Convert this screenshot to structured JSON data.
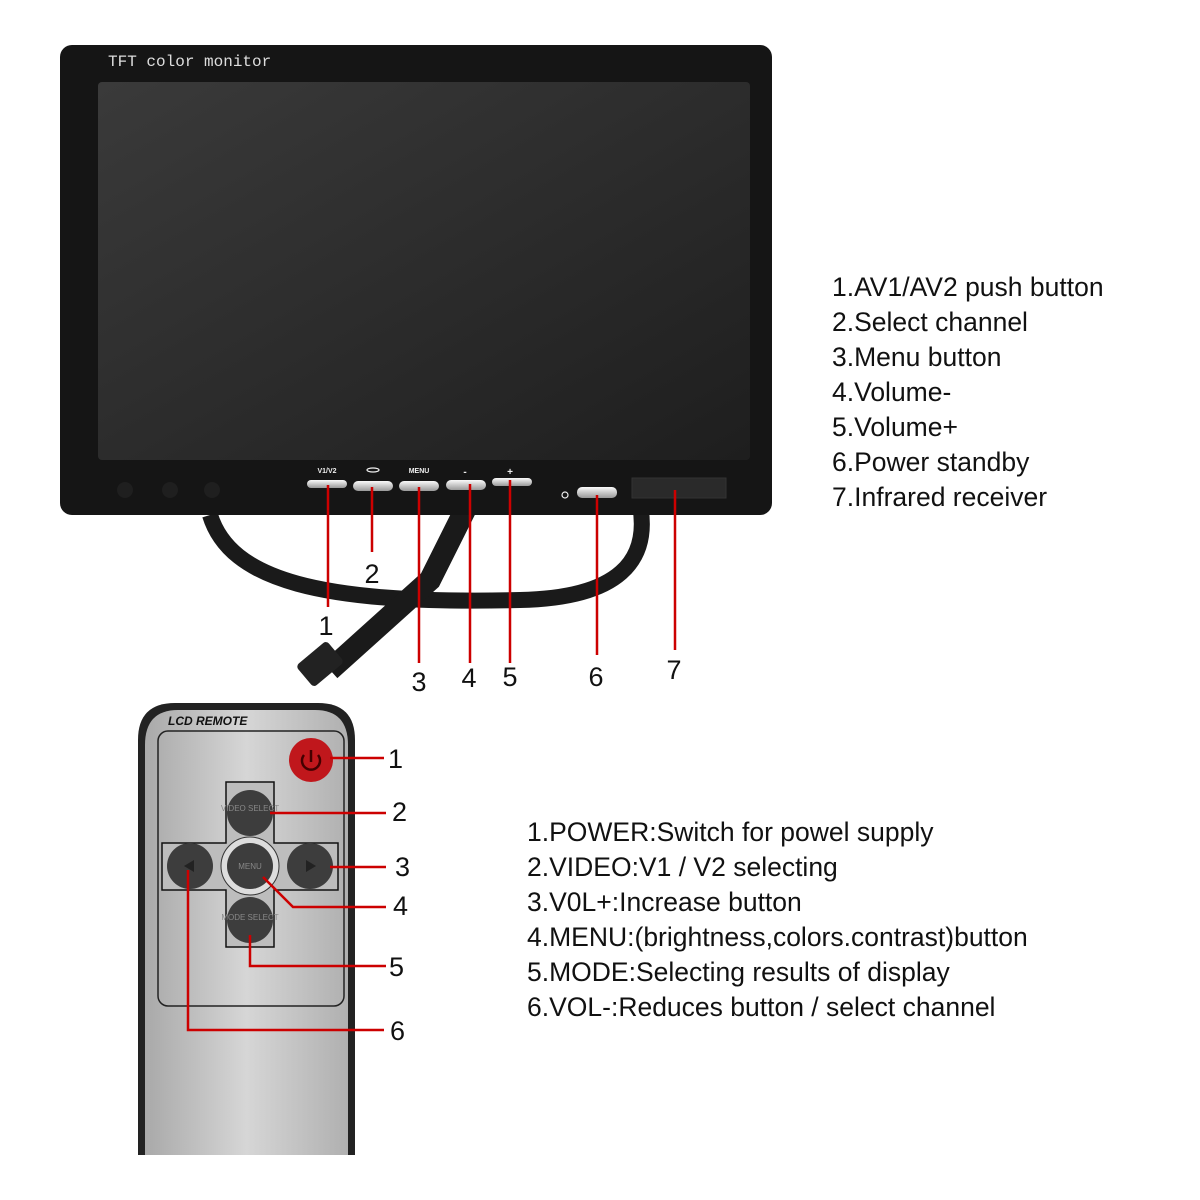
{
  "monitor": {
    "brand_text": "TFT color monitor",
    "button_labels": [
      "V1/V2",
      "MENU",
      "-",
      "+"
    ],
    "callout_numbers": [
      "1",
      "2",
      "3",
      "4",
      "5",
      "6",
      "7"
    ],
    "legend": [
      "1.AV1/AV2 push button",
      "2.Select channel",
      "3.Menu button",
      "4.Volume-",
      "5.Volume+",
      "6.Power standby",
      "7.Infrared receiver"
    ]
  },
  "remote": {
    "title": "LCD REMOTE",
    "video_btn": "VIDEO SELECT",
    "menu_btn": "MENU",
    "mode_btn": "MODE SELECT",
    "callout_numbers": [
      "1",
      "2",
      "3",
      "4",
      "5",
      "6"
    ],
    "legend": [
      "1.POWER:Switch for powel supply",
      "2.VIDEO:V1 / V2 selecting",
      "3.V0L+:Increase button",
      "4.MENU:(brightness,colors.contrast)button",
      "5.MODE:Selecting results of display",
      "6.VOL-:Reduces button / select channel"
    ]
  },
  "colors": {
    "callout_line": "#cc0000",
    "bezel": "#151515",
    "screen": "#2b2b2b",
    "remote_body": "#c4c4c4",
    "power_button": "#c0171c"
  }
}
